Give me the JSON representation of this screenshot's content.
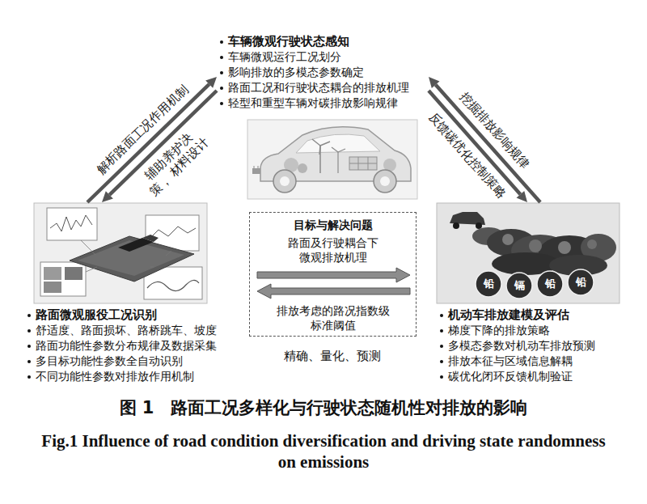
{
  "diagram": {
    "caption": "图 1　路面工况多样化与行驶状态随机性对排放的影响",
    "nodes": [
      {
        "text": [
          "车辆微观行驶状态感知",
          "车辆微观运行工况划分",
          "影响排放的多模态参数确定",
          "路面工况和行驶状态耦合的排放机理",
          "轻型和重型车辆对碳排放影响规律"
        ]
      },
      {
        "text": [
          "路面微观服役工况识别",
          "舒适度、路面损坏、路桥跳车、坡度",
          "路面功能性参数分布规律及数据采集",
          "多目标功能性参数全自动识别",
          "不同功能性参数对排放作用机制"
        ]
      },
      {
        "text": [
          "机动车排放建模及评估",
          "梯度下降的排放策略",
          "多模态参数对机动车排放预测",
          "排放本征与区域信息解耦",
          "碳优化闭环反馈机制验证"
        ]
      },
      {
        "text": [
          "目标与解决问题",
          "路面及行驶耦合下 微观排放机理",
          "排放考虑的路况指数级 标准阈值"
        ]
      }
    ],
    "edges": [
      {
        "from": 1,
        "to": 0,
        "arrow": "to",
        "label": "解析路面工况作用机制"
      },
      {
        "from": 0,
        "to": 1,
        "arrow": "to",
        "label": "辅助养护决策， 材料设计"
      },
      {
        "from": 2,
        "to": 0,
        "arrow": "to",
        "label": "挖掘排放影响规律"
      },
      {
        "from": 0,
        "to": 2,
        "arrow": "to",
        "label": "反馈碳优化控制策略"
      }
    ],
    "labels": [
      "精确、量化、预测",
      "Fig.1 Influence of road condition diversification and driving state randomness on emissions",
      "铅",
      "镉",
      "铅",
      "铅"
    ]
  }
}
